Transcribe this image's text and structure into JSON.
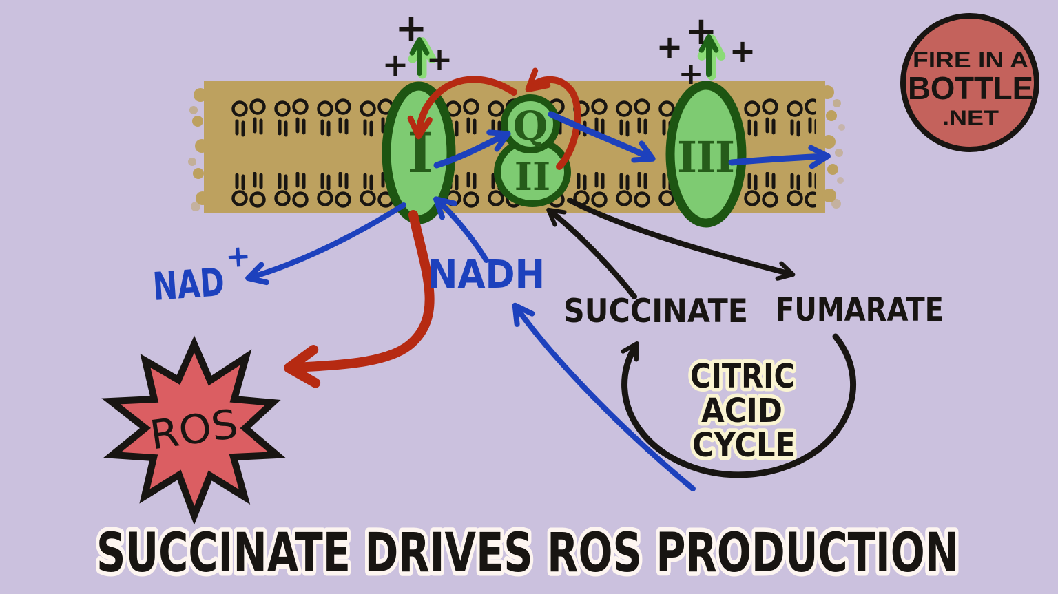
{
  "title": {
    "text": "SUCCINATE DRIVES ROS PRODUCTION"
  },
  "logo": {
    "line1": "FIRE IN A",
    "line2": "BOTTLE",
    "line3": ".NET"
  },
  "complexes": {
    "c1": "I",
    "q": "Q",
    "c2": "II",
    "c3": "III"
  },
  "membrane": {
    "proton": "+"
  },
  "labels": {
    "nad_base": "NAD",
    "nad_sup": "+",
    "nadh": "NADH",
    "succinate": "SUCCINATE",
    "fumarate": "FUMARATE",
    "citric1": "CITRIC",
    "citric2": "ACID",
    "citric3": "CYCLE",
    "ros": "ROS"
  },
  "colors": {
    "background": "#cbc1de",
    "membrane_tan": "#bda15f",
    "complex_fill": "#7ecb72",
    "complex_outline": "#1d5512",
    "complex_letter": "#265c1a",
    "electron_blue": "#1d41bd",
    "reverse_red": "#b62a12",
    "ink_black": "#181512",
    "ros_star_fill": "#db5e62",
    "logo_fill": "#c4625c",
    "proton_green_dark": "#1e6418",
    "proton_green_light": "#8bdb77",
    "citric_glow": "#faf4d2",
    "title_outline": "#fdf5f0"
  }
}
